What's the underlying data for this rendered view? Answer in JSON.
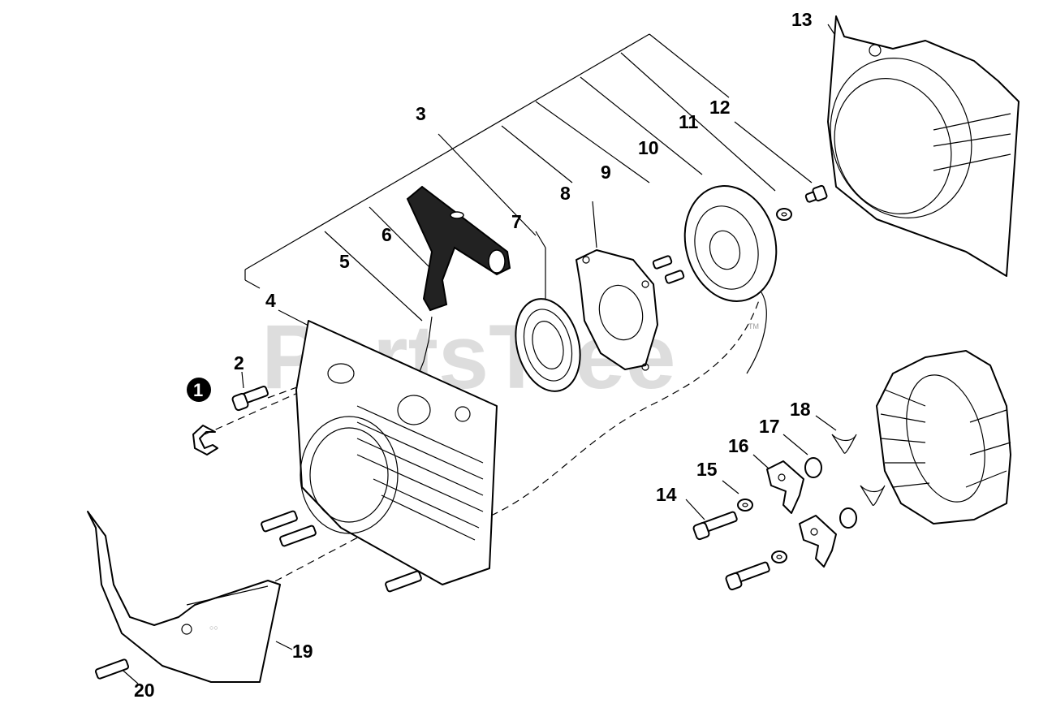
{
  "watermark": {
    "text": "PartsTree",
    "trademark": "TM"
  },
  "callout": {
    "label": "1"
  },
  "labels": {
    "p2": "2",
    "p3": "3",
    "p4": "4",
    "p5": "5",
    "p6": "6",
    "p7": "7",
    "p8": "8",
    "p9": "9",
    "p10": "10",
    "p11": "11",
    "p12": "12",
    "p13": "13",
    "p14": "14",
    "p15": "15",
    "p16": "16",
    "p17": "17",
    "p18": "18",
    "p19": "19",
    "p20": "20"
  }
}
